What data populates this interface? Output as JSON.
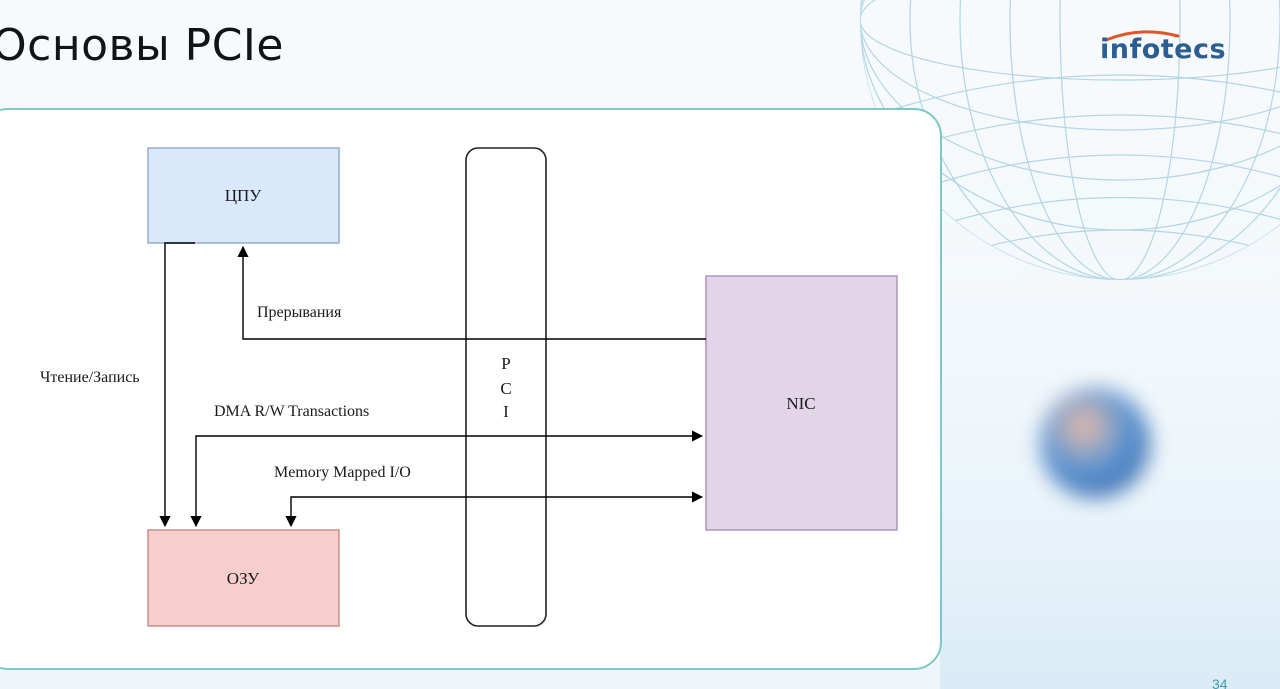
{
  "slide": {
    "title": "Основы PCIe",
    "page_number": "34"
  },
  "logo": {
    "text": "infotecs",
    "accent_color": "#e0562b",
    "text_color": "#2b5f94"
  },
  "diagram": {
    "blocks": {
      "cpu": {
        "label": "ЦПУ",
        "fill": "#dae8fc",
        "stroke": "#8fa7c6"
      },
      "ram": {
        "label": "ОЗУ",
        "fill": "#f8cecc",
        "stroke": "#c48a88"
      },
      "nic": {
        "label": "NIC",
        "fill": "#e1d5e7",
        "stroke": "#a992b5"
      },
      "pci_bus": {
        "letters": [
          "P",
          "C",
          "I"
        ]
      }
    },
    "edges": {
      "read_write": "Чтение/Запись",
      "interrupts": "Прерывания",
      "dma": "DMA R/W Transactions",
      "mmio": "Memory Mapped I/O"
    }
  },
  "colors": {
    "panel_border": "#7ec7c9",
    "globe_lines": "#9fc6d8"
  }
}
